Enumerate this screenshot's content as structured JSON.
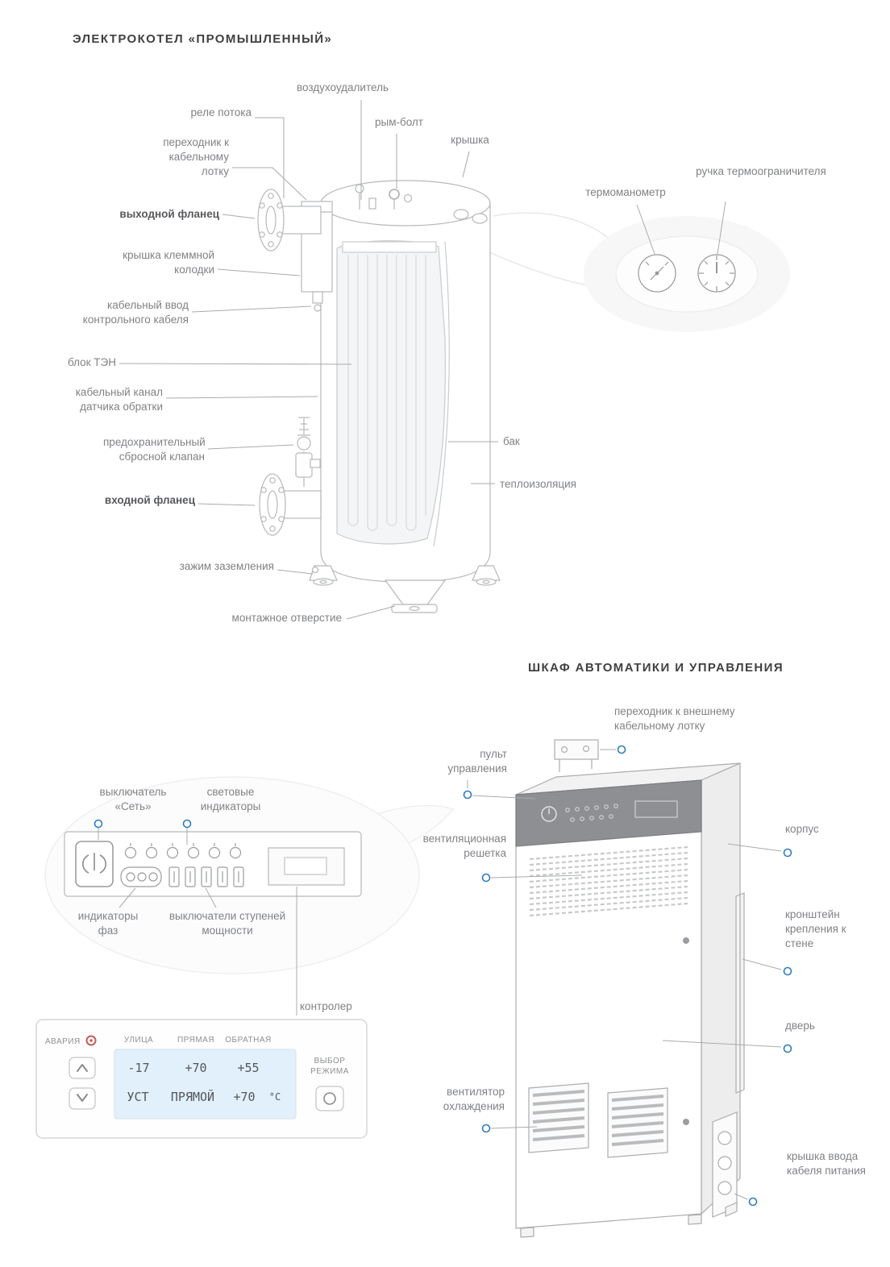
{
  "colors": {
    "accent_blue": "#2f7cbe",
    "alarm_red": "#bf6058",
    "display_bg": "#e1f0fa",
    "line_gray": "#a9abad",
    "label_gray": "#808285"
  },
  "boiler": {
    "title": "ЭЛЕКТРОКОТЕЛ «ПРОМЫШЛЕННЫЙ»",
    "labels": {
      "air_vent": "воздухоудалитель",
      "flow_relay": "реле потока",
      "eye_bolt": "рым-болт",
      "lid": "крышка",
      "cable_tray_adapter": "переходник к кабельному лотку",
      "outlet_flange": "выходной фланец",
      "terminal_block_cover": "крышка клеммной колодки",
      "control_cable_entry": "кабельный ввод контрольного кабеля",
      "heater_block": "блок ТЭН",
      "return_sensor_channel": "кабельный канал датчика обратки",
      "safety_valve": "предохранительный сбросной клапан",
      "inlet_flange": "входной фланец",
      "ground_clamp": "зажим заземления",
      "mounting_hole": "монтажное отверстие",
      "thermomanometer": "термоманометр",
      "limiter_handle": "ручка термоограничителя",
      "tank": "бак",
      "insulation": "теплоизоляция"
    }
  },
  "cabinet": {
    "title": "ШКАФ АВТОМАТИКИ И УПРАВЛЕНИЯ",
    "labels": {
      "external_tray_adapter": "переходник к внешнему кабельному лотку",
      "control_panel": "пульт управления",
      "vent_grille": "вентиляционная решетка",
      "body": "корпус",
      "wall_bracket": "кронштейн крепления к стене",
      "door": "дверь",
      "cooling_fan": "вентилятор охлаждения",
      "cable_entry_cover": "крышка ввода кабеля питания"
    }
  },
  "panel": {
    "labels": {
      "mains_switch": "выключатель «Сеть»",
      "light_indicators": "световые индикаторы",
      "phase_indicators": "индикаторы фаз",
      "step_switches": "выключатели ступеней мощности",
      "controller": "контролер"
    }
  },
  "controller": {
    "alarm_label": "АВАРИЯ",
    "columns": {
      "street": "УЛИЦА",
      "direct": "ПРЯМАЯ",
      "return": "ОБРАТНАЯ"
    },
    "display": {
      "street_value": "-17",
      "direct_value": "+70",
      "return_value": "+55",
      "set_label": "УСТ",
      "mode_value": "ПРЯМОЙ",
      "temp_value": "+70",
      "unit": "°С"
    },
    "mode_button_label": "ВЫБОР РЕЖИМА"
  }
}
